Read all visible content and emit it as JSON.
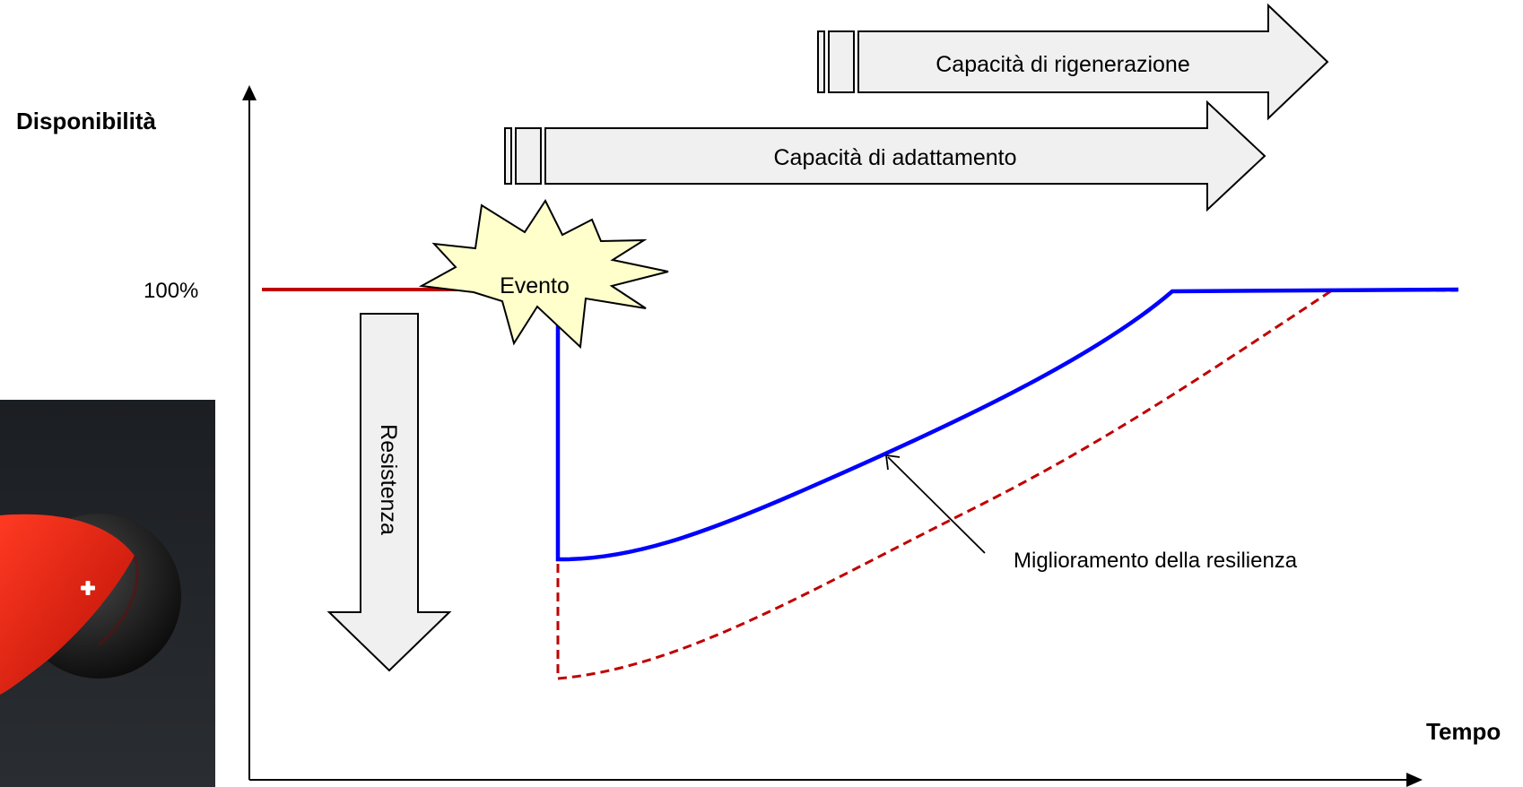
{
  "axes": {
    "y_label": "Disponibilità",
    "x_label": "Tempo",
    "level_100": "100%"
  },
  "arrows": {
    "regeneration": "Capacità di rigenerazione",
    "adaptation": "Capacità di adattamento",
    "resistance": "Resistenza"
  },
  "event": {
    "label": "Evento"
  },
  "annotation": {
    "label": "Miglioramento della resilienza"
  },
  "colors": {
    "pre_event_line": "#c00000",
    "improved_curve": "#0000ff",
    "baseline_curve": "#c00000",
    "arrow_fill": "#f0f0f0",
    "starburst_fill": "#ffffcc"
  },
  "image": {
    "description_icon": "red-black-capsule-toy-icon"
  }
}
